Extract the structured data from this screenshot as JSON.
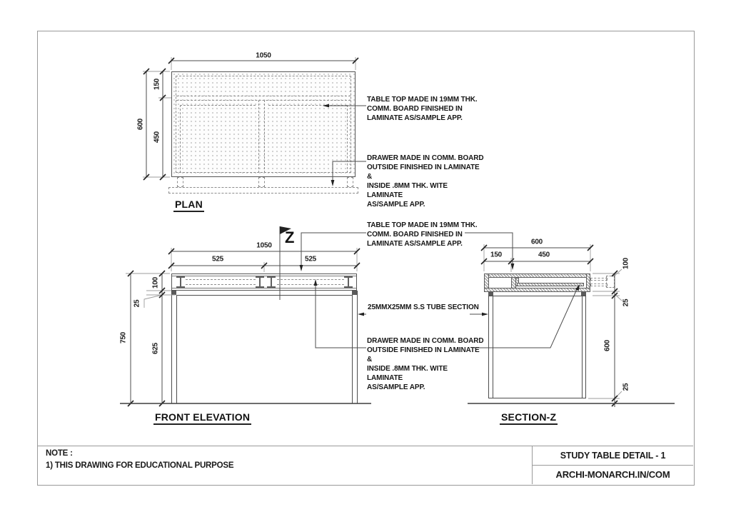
{
  "drawing": {
    "border_color": "#9a9a9a",
    "line_color": "#4d4d4d",
    "text_color": "#1a1a1a"
  },
  "views": {
    "plan": {
      "label": "PLAN",
      "dims": {
        "width": "1050",
        "top_strip": "150",
        "drawer_zone": "450",
        "depth": "600"
      }
    },
    "front_elevation": {
      "label": "FRONT ELEVATION",
      "section_marker": "Z",
      "dims": {
        "width": "1050",
        "left_half": "525",
        "right_half": "525",
        "top_band": "100",
        "tube": "25",
        "total_height": "750",
        "leg_height": "625"
      }
    },
    "section_z": {
      "label": "SECTION-Z",
      "dims": {
        "depth": "600",
        "back_strip": "150",
        "drawer_depth": "450",
        "top_band": "100",
        "tube_top": "25",
        "leg_height": "600",
        "tube_bottom": "25"
      }
    }
  },
  "annotations": {
    "table_top_plan": "TABLE TOP MADE IN 19MM THK.\nCOMM. BOARD FINISHED IN\nLAMINATE AS/SAMPLE APP.",
    "drawer_plan": "DRAWER MADE IN COMM. BOARD\nOUTSIDE FINISHED IN LAMINATE &\nINSIDE .8MM THK. WITE LAMINATE\nAS/SAMPLE APP.",
    "table_top_section": "TABLE TOP MADE IN 19MM THK.\nCOMM. BOARD FINISHED IN\nLAMINATE AS/SAMPLE APP.",
    "tube": "25MMX25MM S.S TUBE SECTION",
    "drawer_section": "DRAWER MADE IN COMM. BOARD\nOUTSIDE FINISHED IN LAMINATE &\nINSIDE .8MM THK. WITE LAMINATE\nAS/SAMPLE APP."
  },
  "title_block": {
    "note_label": "NOTE :",
    "note_1": "1) THIS DRAWING FOR EDUCATIONAL PURPOSE",
    "title": "STUDY TABLE DETAIL - 1",
    "website": "ARCHI-MONARCH.IN/COM"
  }
}
